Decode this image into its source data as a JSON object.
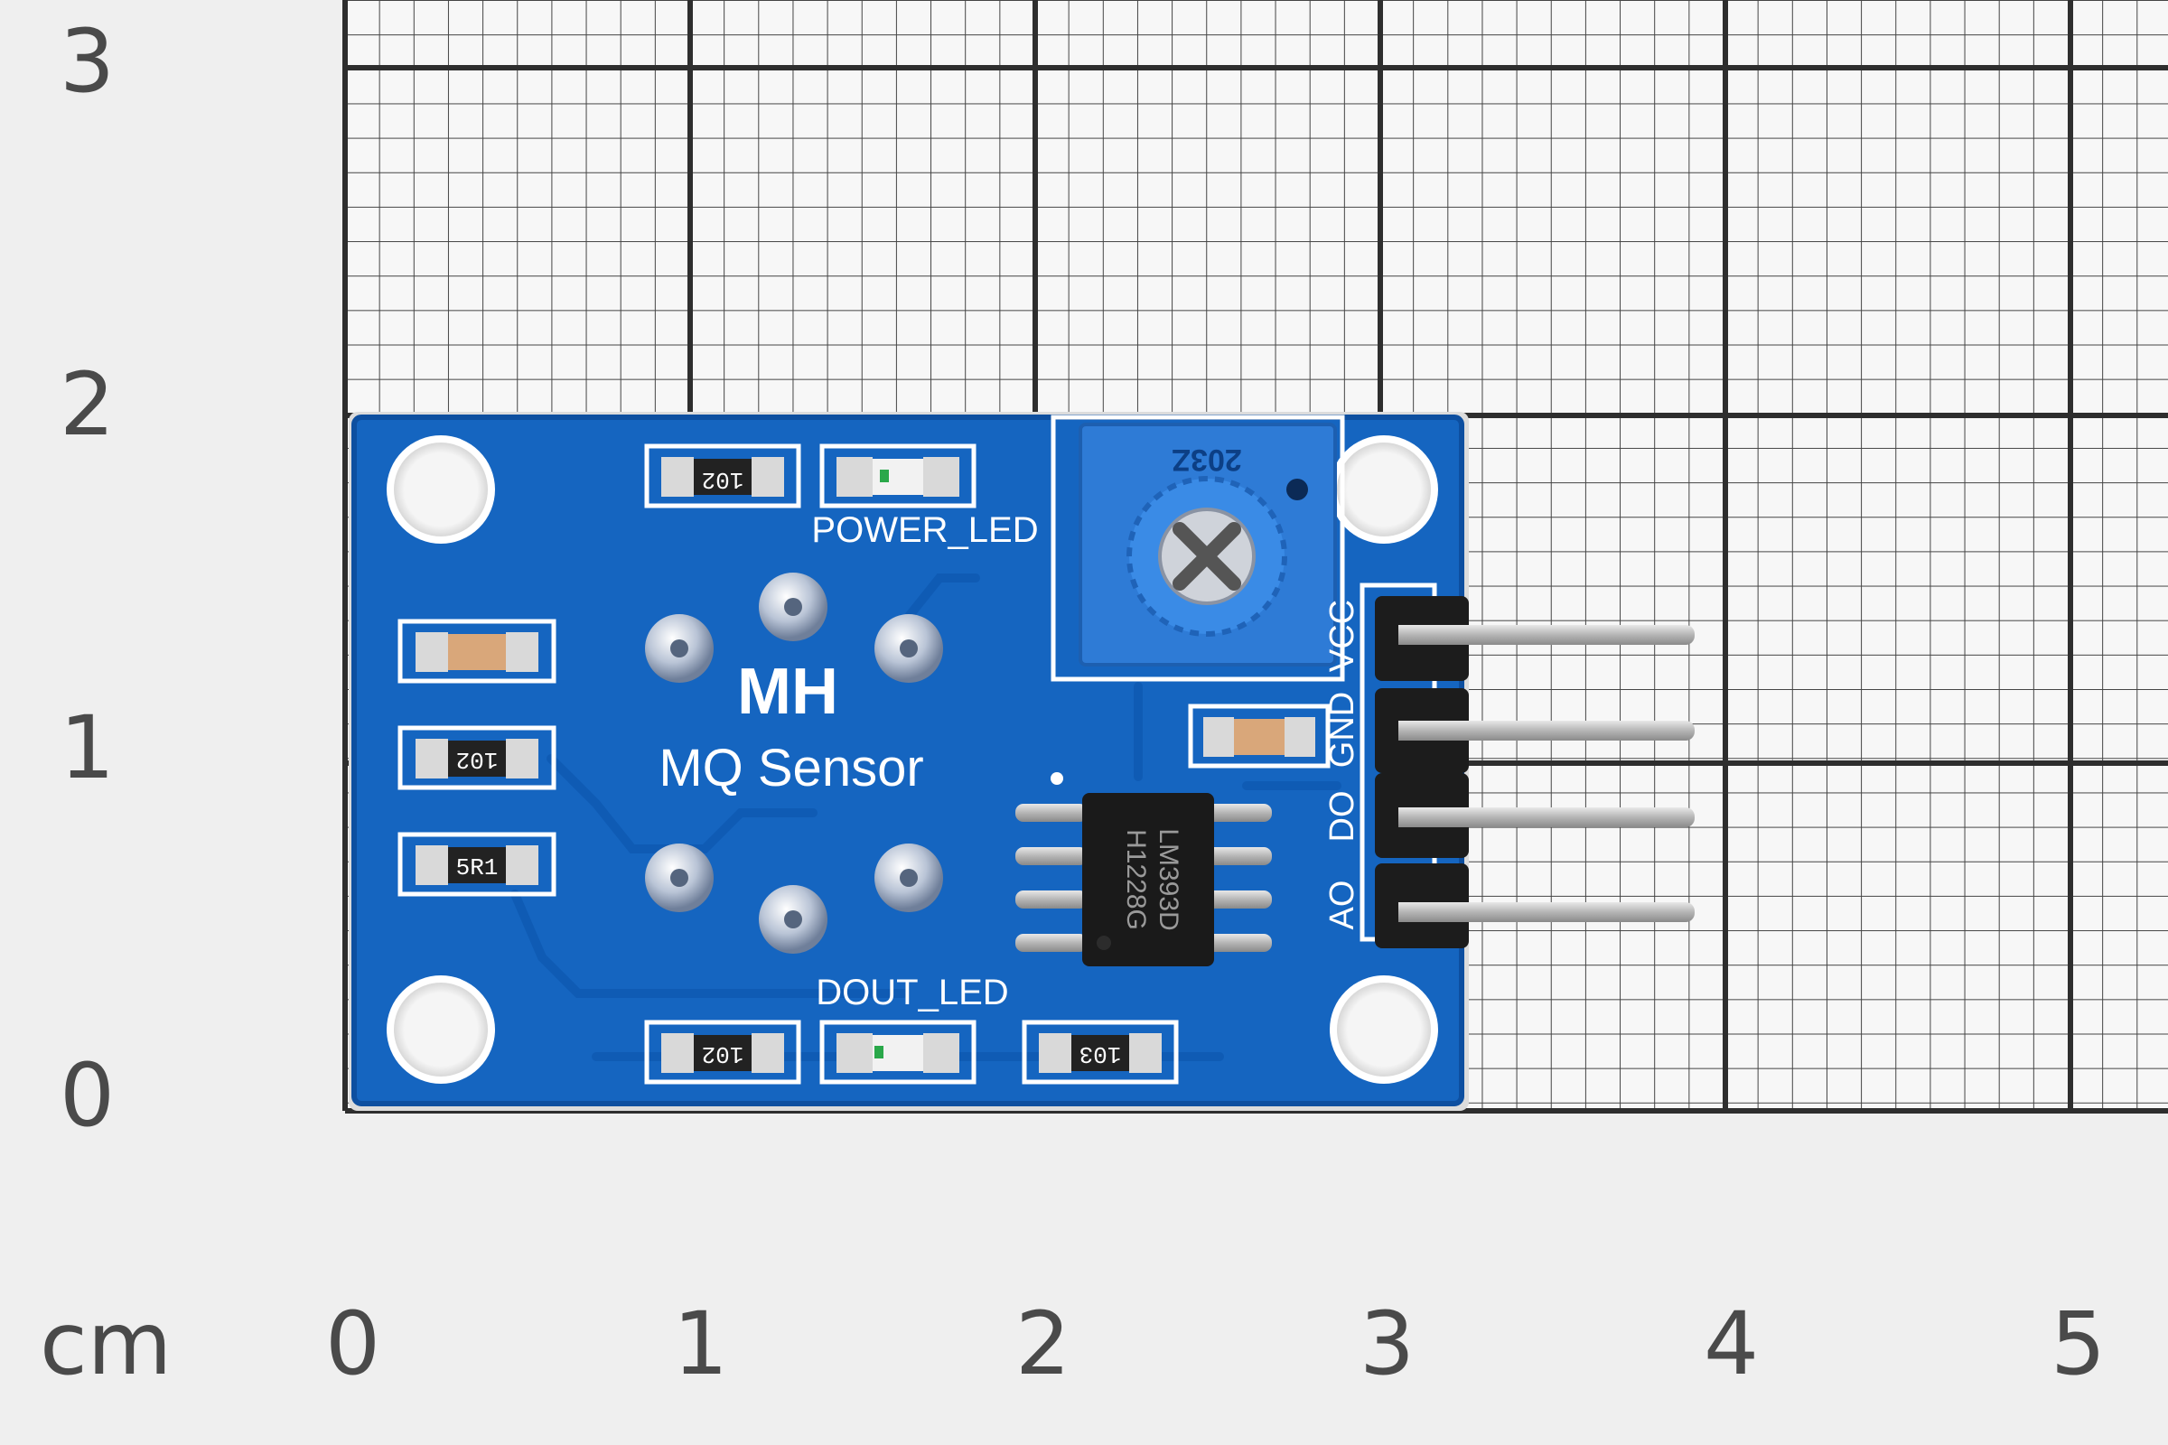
{
  "ruler": {
    "unit": "cm",
    "y_ticks": [
      "3",
      "2",
      "1",
      "0"
    ],
    "x_ticks": [
      "0",
      "1",
      "2",
      "3",
      "4",
      "5"
    ]
  },
  "board": {
    "brand": "MH",
    "title": "MQ Sensor",
    "power_led_label": "POWER_LED",
    "dout_led_label": "DOUT_LED",
    "pins": [
      "VCC",
      "GND",
      "DO",
      "AO"
    ],
    "chip_line1": "LM393D",
    "chip_line2": "H1228G",
    "pot_code": "203Z",
    "resistors": {
      "top": "102",
      "left_mid": "102",
      "left_low": "5R1",
      "bottom_left": "102",
      "bottom_right": "103"
    }
  },
  "colors": {
    "background": "#efefef",
    "grid": "#3a3a3a",
    "pcb": "#1565c0",
    "silkscreen": "#ffffff",
    "pot": "#2e7bd6",
    "chip": "#1a1a1a",
    "pins": "#c8c8c8"
  }
}
